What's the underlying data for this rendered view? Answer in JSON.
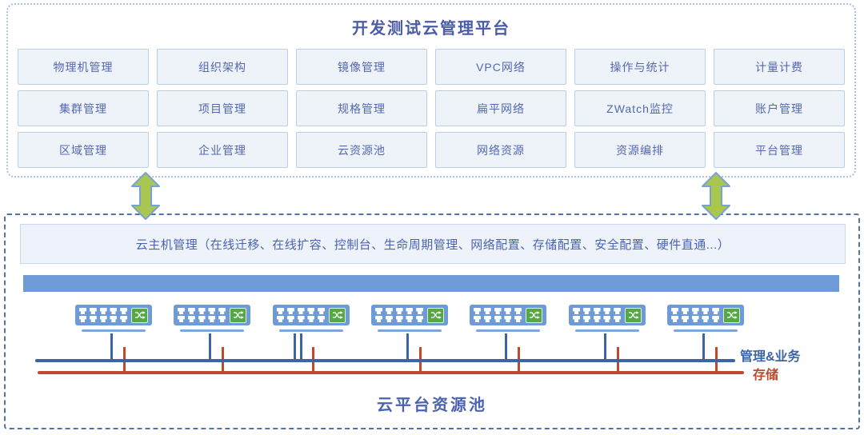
{
  "platform": {
    "title": "开发测试云管理平台",
    "modules": [
      "物理机管理",
      "组织架构",
      "镜像管理",
      "VPC网络",
      "操作与统计",
      "计量计费",
      "集群管理",
      "项目管理",
      "规格管理",
      "扁平网络",
      "ZWatch监控",
      "账户管理",
      "区域管理",
      "企业管理",
      "云资源池",
      "网络资源",
      "资源编排",
      "平台管理"
    ]
  },
  "pool": {
    "vm_management_label": "云主机管理（在线迁移、在线扩容、控制台、生命周期管理、网络配置、存储配置、安全配置、硬件直通...）",
    "title": "云平台资源池",
    "network": {
      "management_label": "管理&业务",
      "storage_label": "存储"
    },
    "servers": [
      {
        "uplinks": 1
      },
      {
        "uplinks": 1
      },
      {
        "uplinks": 2
      },
      {
        "uplinks": 1
      },
      {
        "uplinks": 1
      },
      {
        "uplinks": 1
      },
      {
        "uplinks": 1
      }
    ]
  },
  "icons": {
    "switch_glyph": "crossover-switch-icon",
    "sync_arrow": "double-headed-arrow-icon"
  },
  "colors": {
    "accent_blue": "#6f9ad8",
    "bus_blue": "#3c64a8",
    "bus_red": "#bf4a2b",
    "arrow_green": "#a9c650",
    "title_blue": "#4a5ca8",
    "switch_green": "#55a845"
  }
}
